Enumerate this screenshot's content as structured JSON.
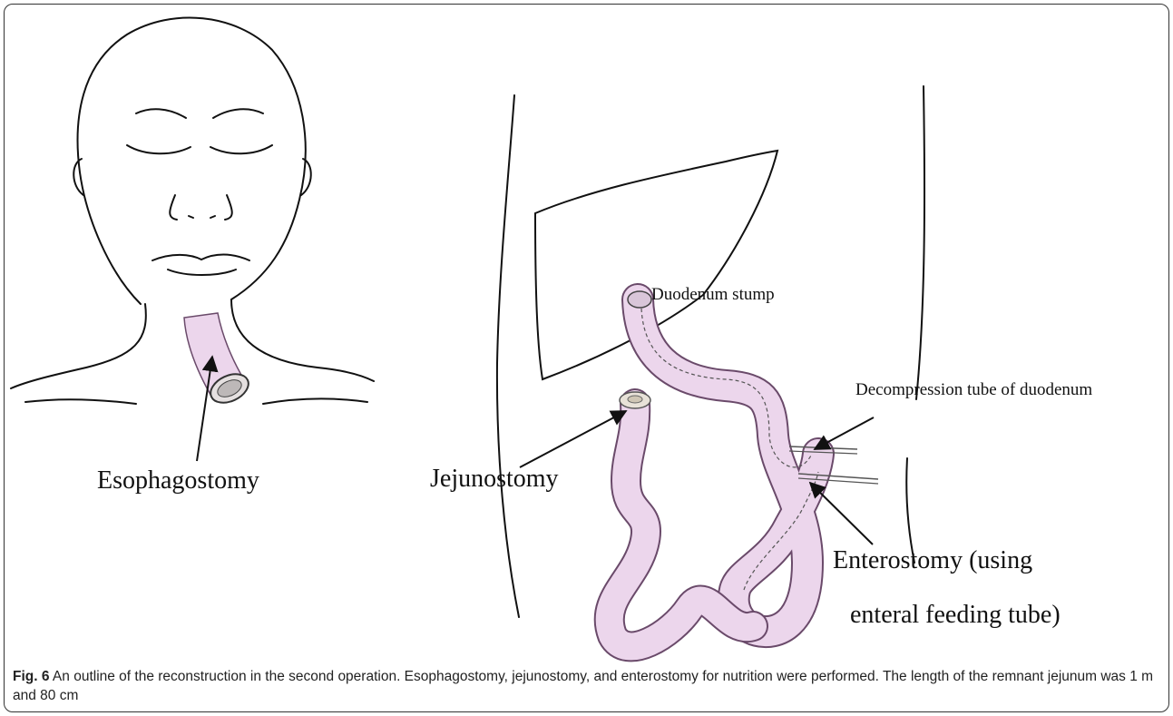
{
  "labels": {
    "esophagostomy": "Esophagostomy",
    "jejunostomy": "Jejunostomy",
    "duodenum_stump": "Duodenum stump",
    "decompression_tube": "Decompression tube of duodenum",
    "enterostomy_line1": "Enterostomy (using",
    "enterostomy_line2": "enteral feeding tube)"
  },
  "caption": {
    "fig_label": "Fig. 6",
    "text": " An outline of the reconstruction in the second operation. Esophagostomy, jejunostomy, and enterostomy for nutrition were performed. The length of the remnant jejunum was 1 m and 80 cm"
  },
  "colors": {
    "intestine_fill": "#ecd6ec",
    "intestine_stroke": "#6a4a6a",
    "line": "#111111"
  }
}
